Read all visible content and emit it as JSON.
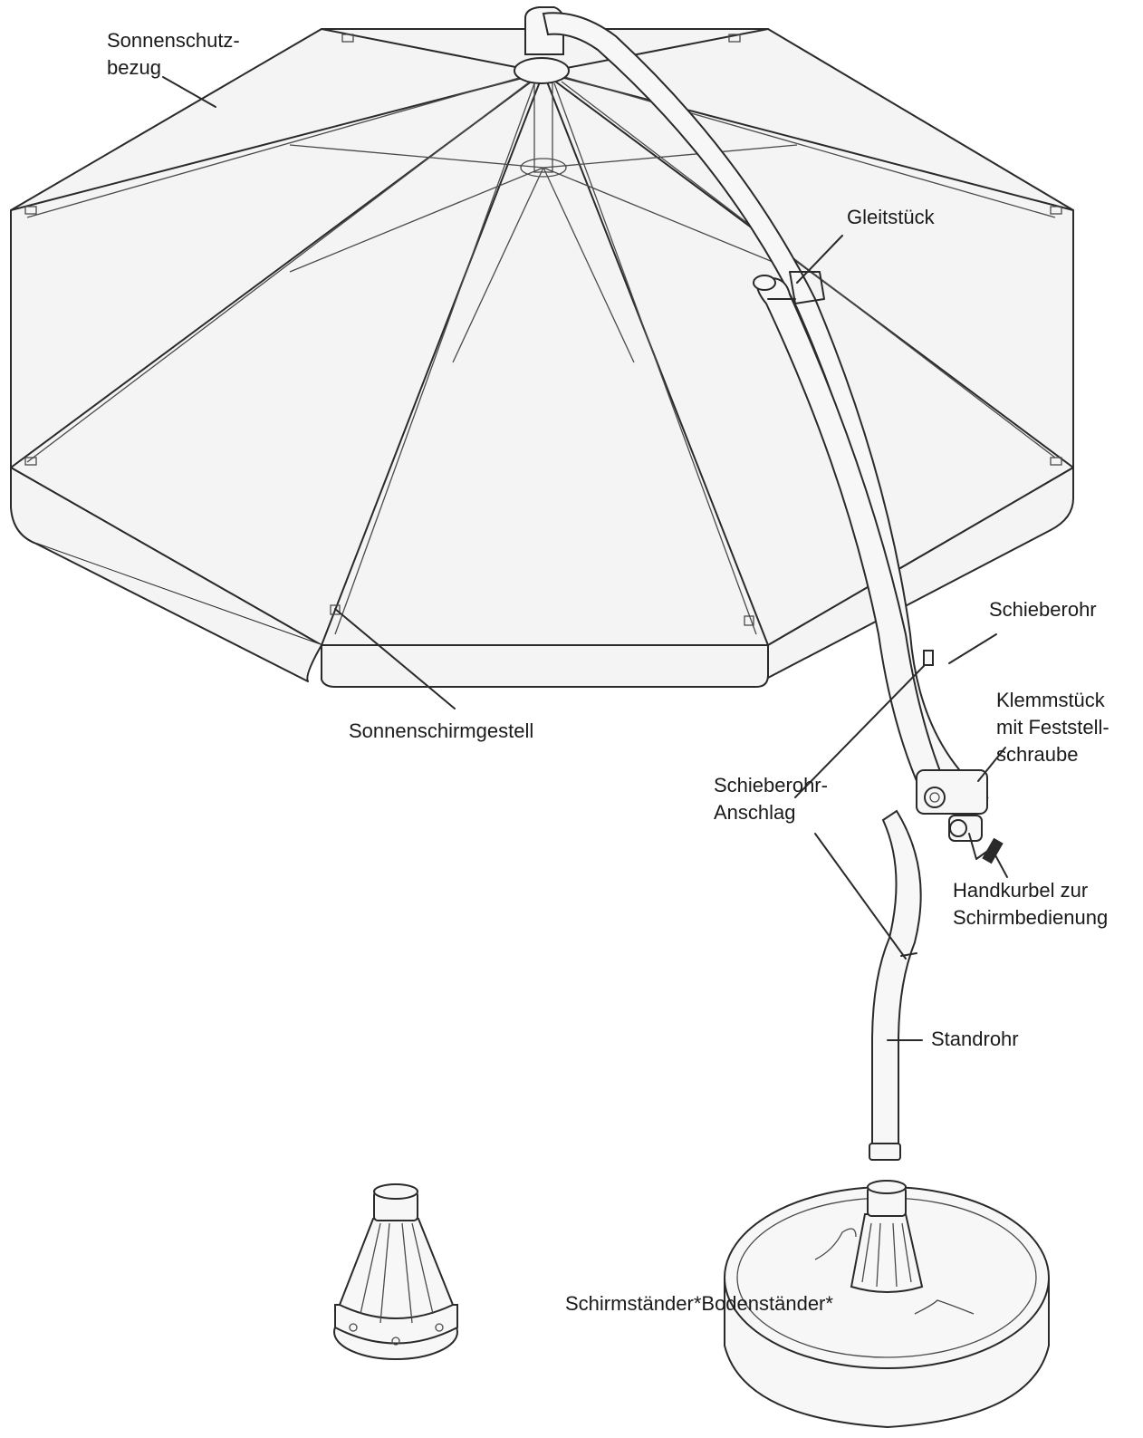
{
  "labels": {
    "cover": [
      "Sonnenschutz-",
      "bezug"
    ],
    "slider": "Gleitstück",
    "frame": "Sonnenschirmgestell",
    "slide_tube": "Schieberohr",
    "clamp": [
      "Klemmstück",
      "mit Feststell-",
      "schraube"
    ],
    "slide_stop": [
      "Schieberohr-",
      "Anschlag"
    ],
    "crank": [
      "Handkurbel zur",
      "Schirmbedienung"
    ],
    "stand_tube": "Standrohr",
    "base": "Schirmständer*Bodenständer*"
  },
  "colors": {
    "line": "#2a2a2a",
    "canopy_fill": "#f4f4f4",
    "background": "#ffffff"
  }
}
